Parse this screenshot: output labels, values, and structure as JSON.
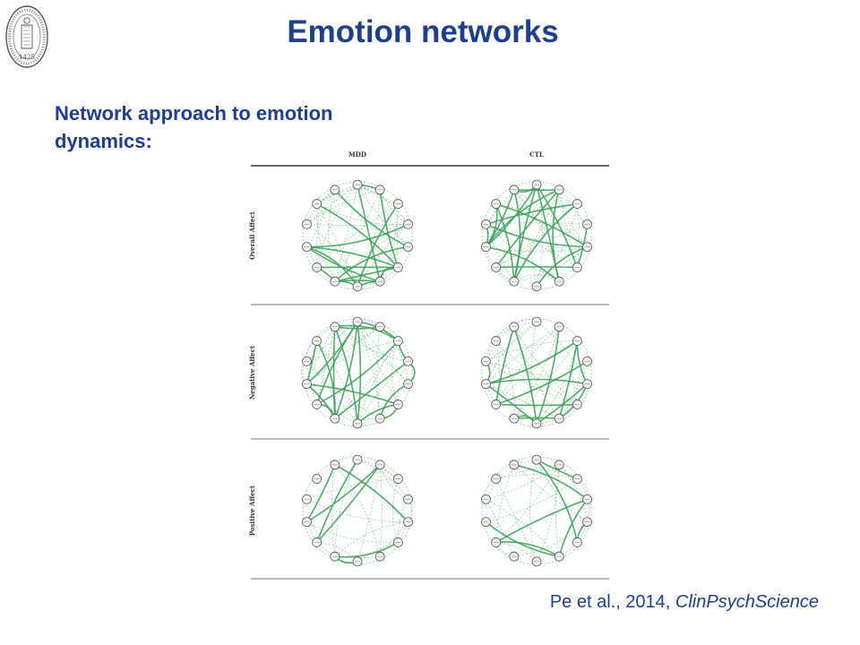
{
  "slide": {
    "title": "Emotion networks",
    "subtitle": "Network approach to emotion dynamics:",
    "citation": {
      "authors": "Pe et al., 2014,",
      "journal": "ClinPsychScience"
    },
    "seal_text": "1425"
  },
  "figure": {
    "column_headers": [
      "MDD",
      "CTL"
    ],
    "row_labels": [
      "Overall Affect",
      "Negative Affect",
      "Positive Affect"
    ],
    "edge_color": "#3fa35c",
    "node_stroke": "#555555"
  }
}
